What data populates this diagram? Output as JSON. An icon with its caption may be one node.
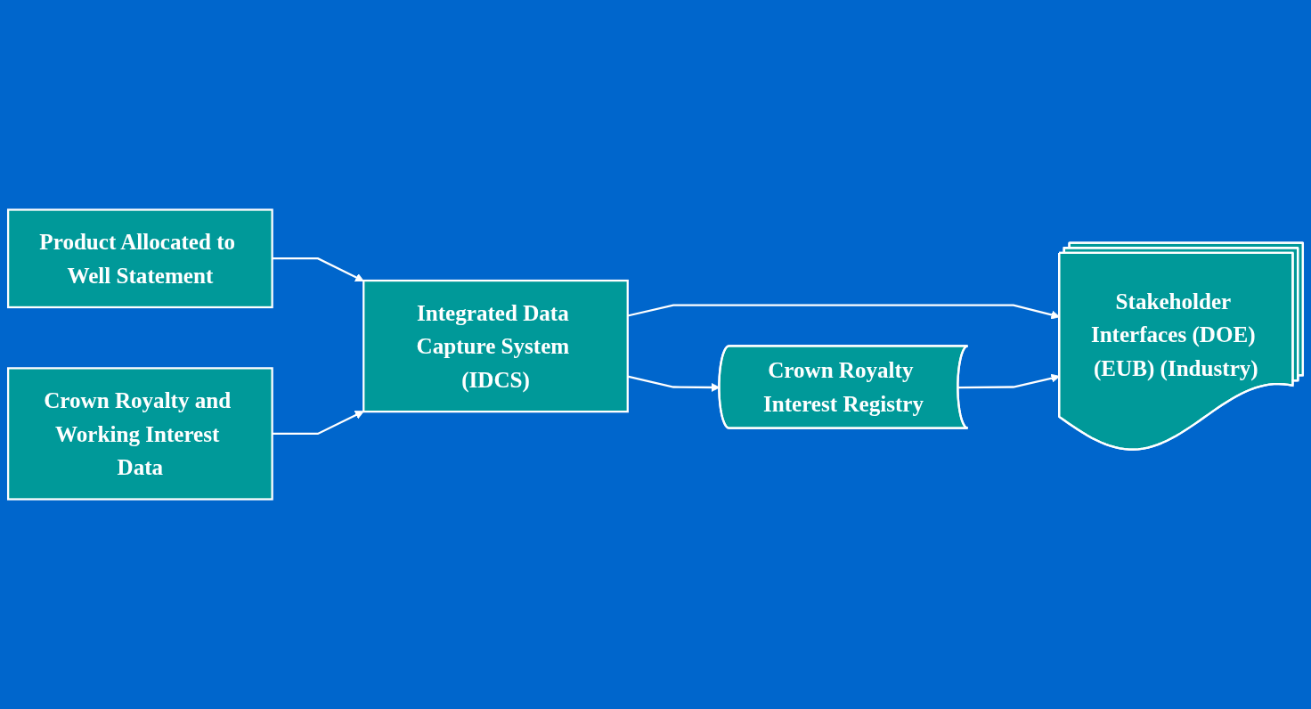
{
  "diagram": {
    "nodes": [
      {
        "text": [
          "Product Allocated to Well Statement"
        ]
      },
      {
        "text": [
          "Crown Royalty and Working Interest Data"
        ]
      },
      {
        "text": [
          "Integrated Data Capture System (IDCS)"
        ]
      },
      {
        "text": [
          "Stakeholder Interfaces (DOE) (EUB) (Industry)"
        ]
      },
      {
        "text": [
          "Crown Royalty Interest Registry"
        ]
      }
    ],
    "edges": [
      {
        "from": 0,
        "to": 2,
        "arrow": "to"
      },
      {
        "from": 1,
        "to": 2,
        "arrow": "to"
      },
      {
        "from": 2,
        "to": 3,
        "arrow": "to"
      },
      {
        "from": 2,
        "to": 4,
        "arrow": "to"
      },
      {
        "from": 4,
        "to": 3,
        "arrow": "to"
      }
    ]
  }
}
